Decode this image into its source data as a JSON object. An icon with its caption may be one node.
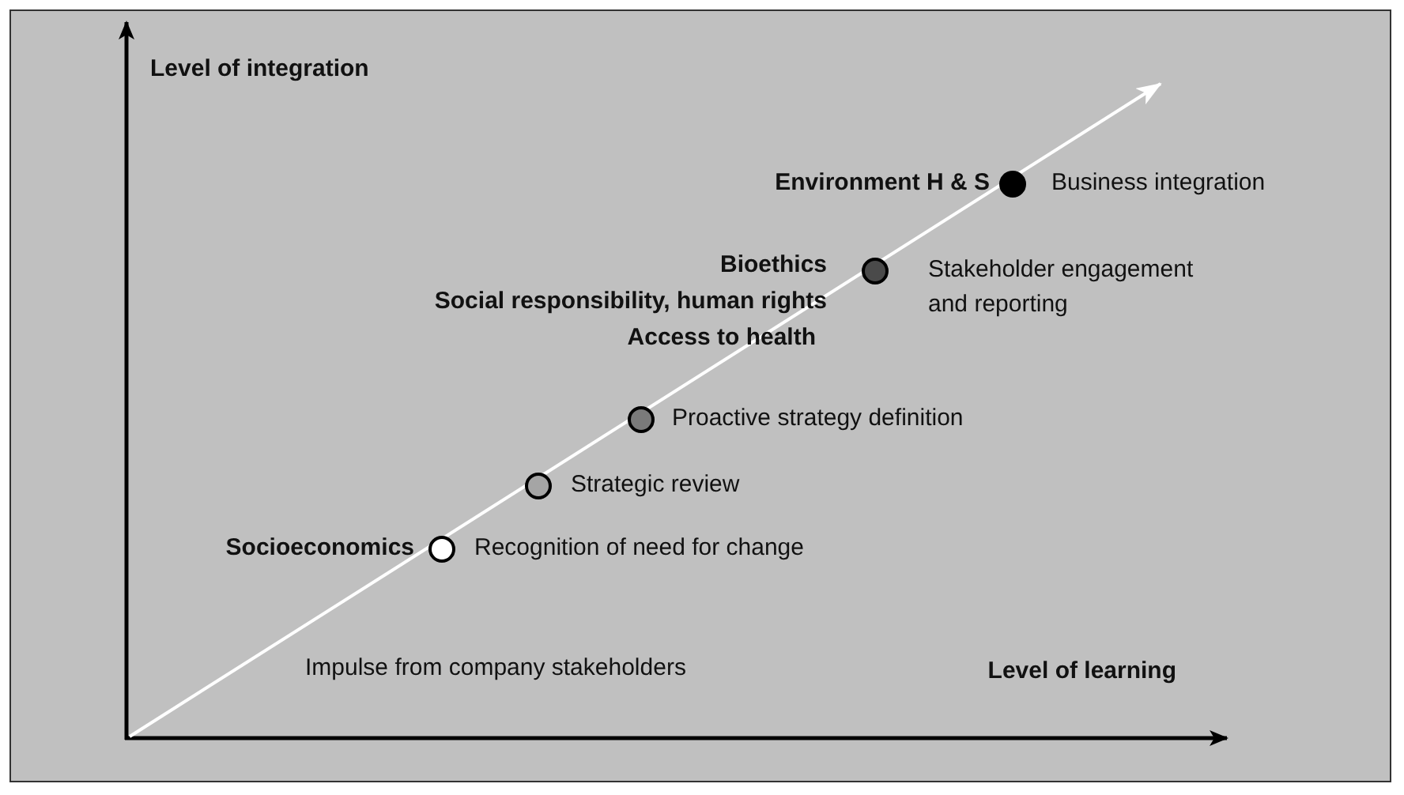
{
  "diagram": {
    "nodes": [
      {
        "text": [],
        "shape": "circle",
        "beside": [
          "Business integration"
        ]
      },
      {
        "text": [],
        "shape": "circle",
        "beside": [
          "Stakeholder engagement and reporting"
        ]
      },
      {
        "text": [],
        "shape": "circle",
        "beside": [
          "Proactive strategy definition"
        ]
      },
      {
        "text": [],
        "shape": "circle",
        "beside": [
          "Strategic review"
        ]
      },
      {
        "text": [],
        "shape": "circle",
        "beside": [
          "Recognition of need for change"
        ]
      }
    ],
    "labels": [
      "Level of integration",
      "Environment H & S",
      "Bioethics",
      "Social responsibility, human rights",
      "Access to health",
      "Socioeconomics",
      "Impulse from company stakeholders",
      "Level of learning"
    ]
  }
}
